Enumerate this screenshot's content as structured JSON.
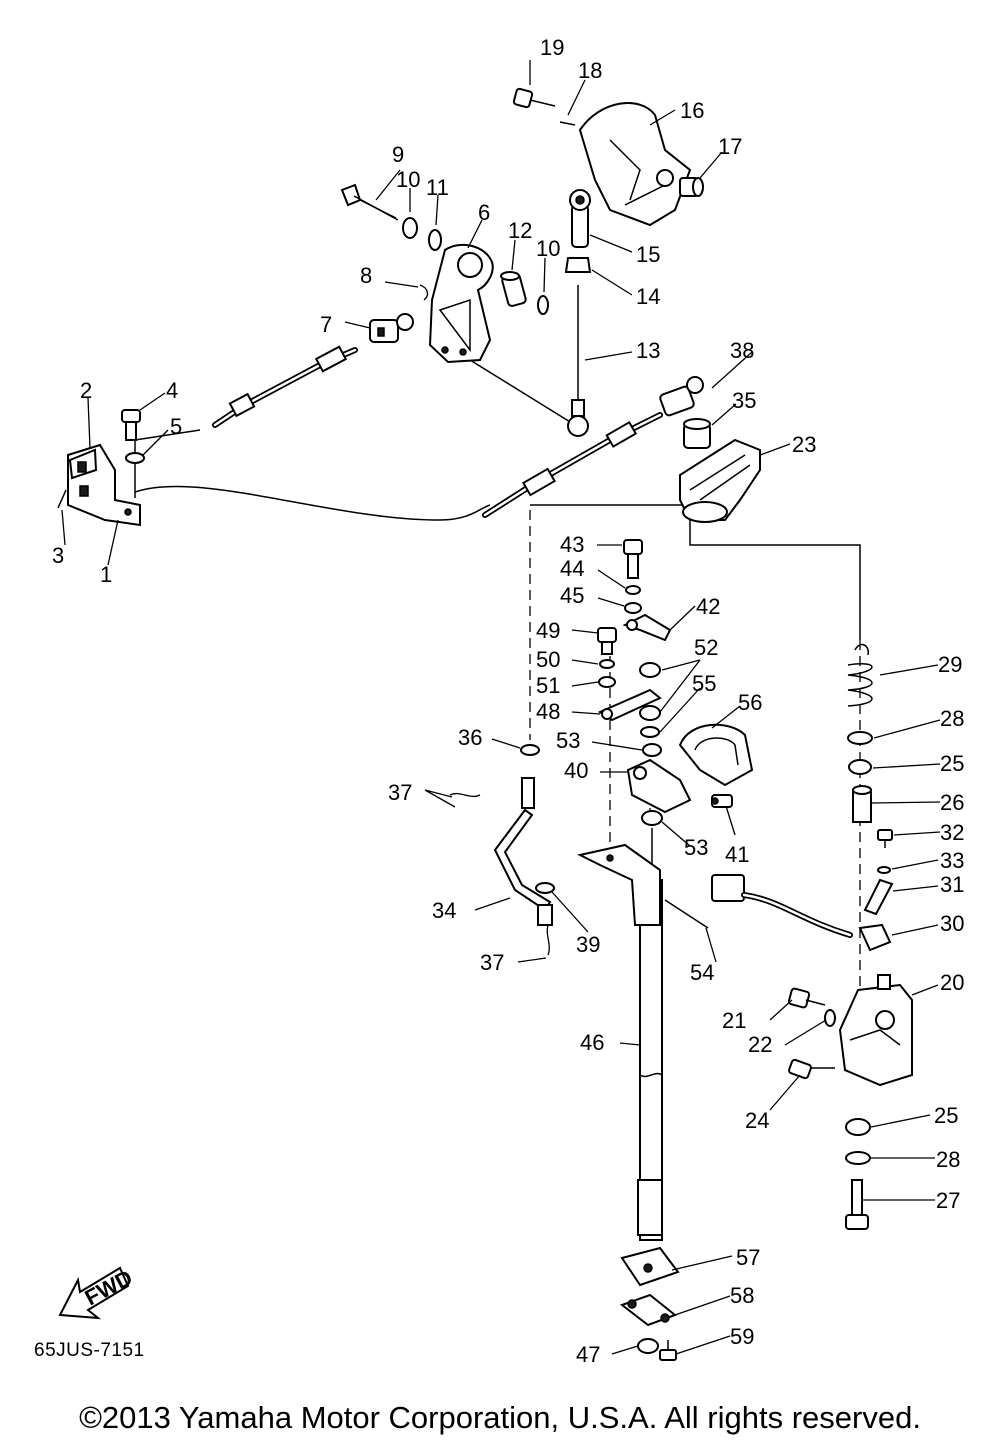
{
  "diagram": {
    "code": "65JUS-7151",
    "fwd_label": "FWD",
    "copyright": "©2013 Yamaha Motor Corporation, U.S.A. All rights reserved.",
    "callouts": [
      "1",
      "2",
      "3",
      "4",
      "5",
      "6",
      "7",
      "8",
      "9",
      "10",
      "10",
      "11",
      "12",
      "13",
      "14",
      "15",
      "16",
      "17",
      "18",
      "19",
      "20",
      "21",
      "22",
      "23",
      "24",
      "25",
      "25",
      "26",
      "27",
      "28",
      "28",
      "29",
      "30",
      "31",
      "32",
      "33",
      "34",
      "35",
      "36",
      "37",
      "37",
      "38",
      "39",
      "40",
      "41",
      "42",
      "43",
      "44",
      "45",
      "46",
      "47",
      "48",
      "49",
      "50",
      "51",
      "52",
      "53",
      "53",
      "54",
      "55",
      "56",
      "57",
      "58",
      "59"
    ]
  }
}
